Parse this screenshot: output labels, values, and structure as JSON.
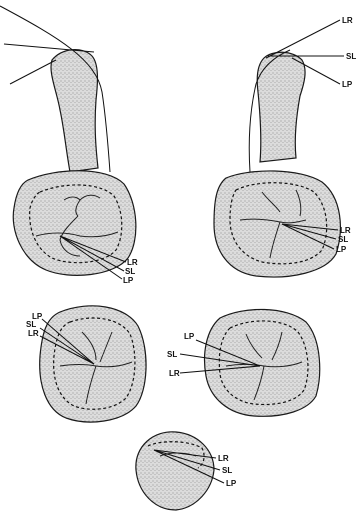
{
  "labels": {
    "lr": "LR",
    "sl": "SL",
    "lp": "LP"
  },
  "colors": {
    "ink": "#111111",
    "stipple": "#c9c9c9",
    "background": "#ffffff"
  }
}
